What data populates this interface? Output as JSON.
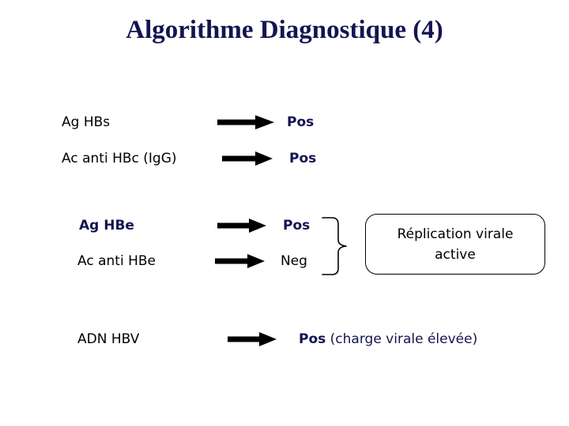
{
  "slide": {
    "title": "Algorithme Diagnostique (4)",
    "background_color": "#ffffff",
    "navy_color": "#141452",
    "black_color": "#000000"
  },
  "rows": [
    {
      "label": "Ag HBs",
      "label_style": "black",
      "arrow": "right-arrow",
      "result": "Pos",
      "result_style": "navy-bold",
      "result_suffix": ""
    },
    {
      "label": "Ac anti HBc (IgG)",
      "label_style": "black",
      "arrow": "right-arrow",
      "result": "Pos",
      "result_style": "navy-bold",
      "result_suffix": ""
    },
    {
      "label": "Ag HBe",
      "label_style": "navy-bold",
      "arrow": "right-arrow",
      "result": "Pos",
      "result_style": "navy-bold",
      "result_suffix": ""
    },
    {
      "label": "Ac anti HBe",
      "label_style": "black",
      "arrow": "right-arrow",
      "result": "Neg",
      "result_style": "black",
      "result_suffix": ""
    },
    {
      "label": "ADN HBV",
      "label_style": "black",
      "arrow": "right-arrow",
      "result": "Pos",
      "result_style": "navy-bold",
      "result_suffix": " (charge virale élevée)"
    }
  ],
  "brace": {
    "icon": "right-curly-brace-icon"
  },
  "callout": {
    "line1": "Réplication virale",
    "line2": "active"
  }
}
